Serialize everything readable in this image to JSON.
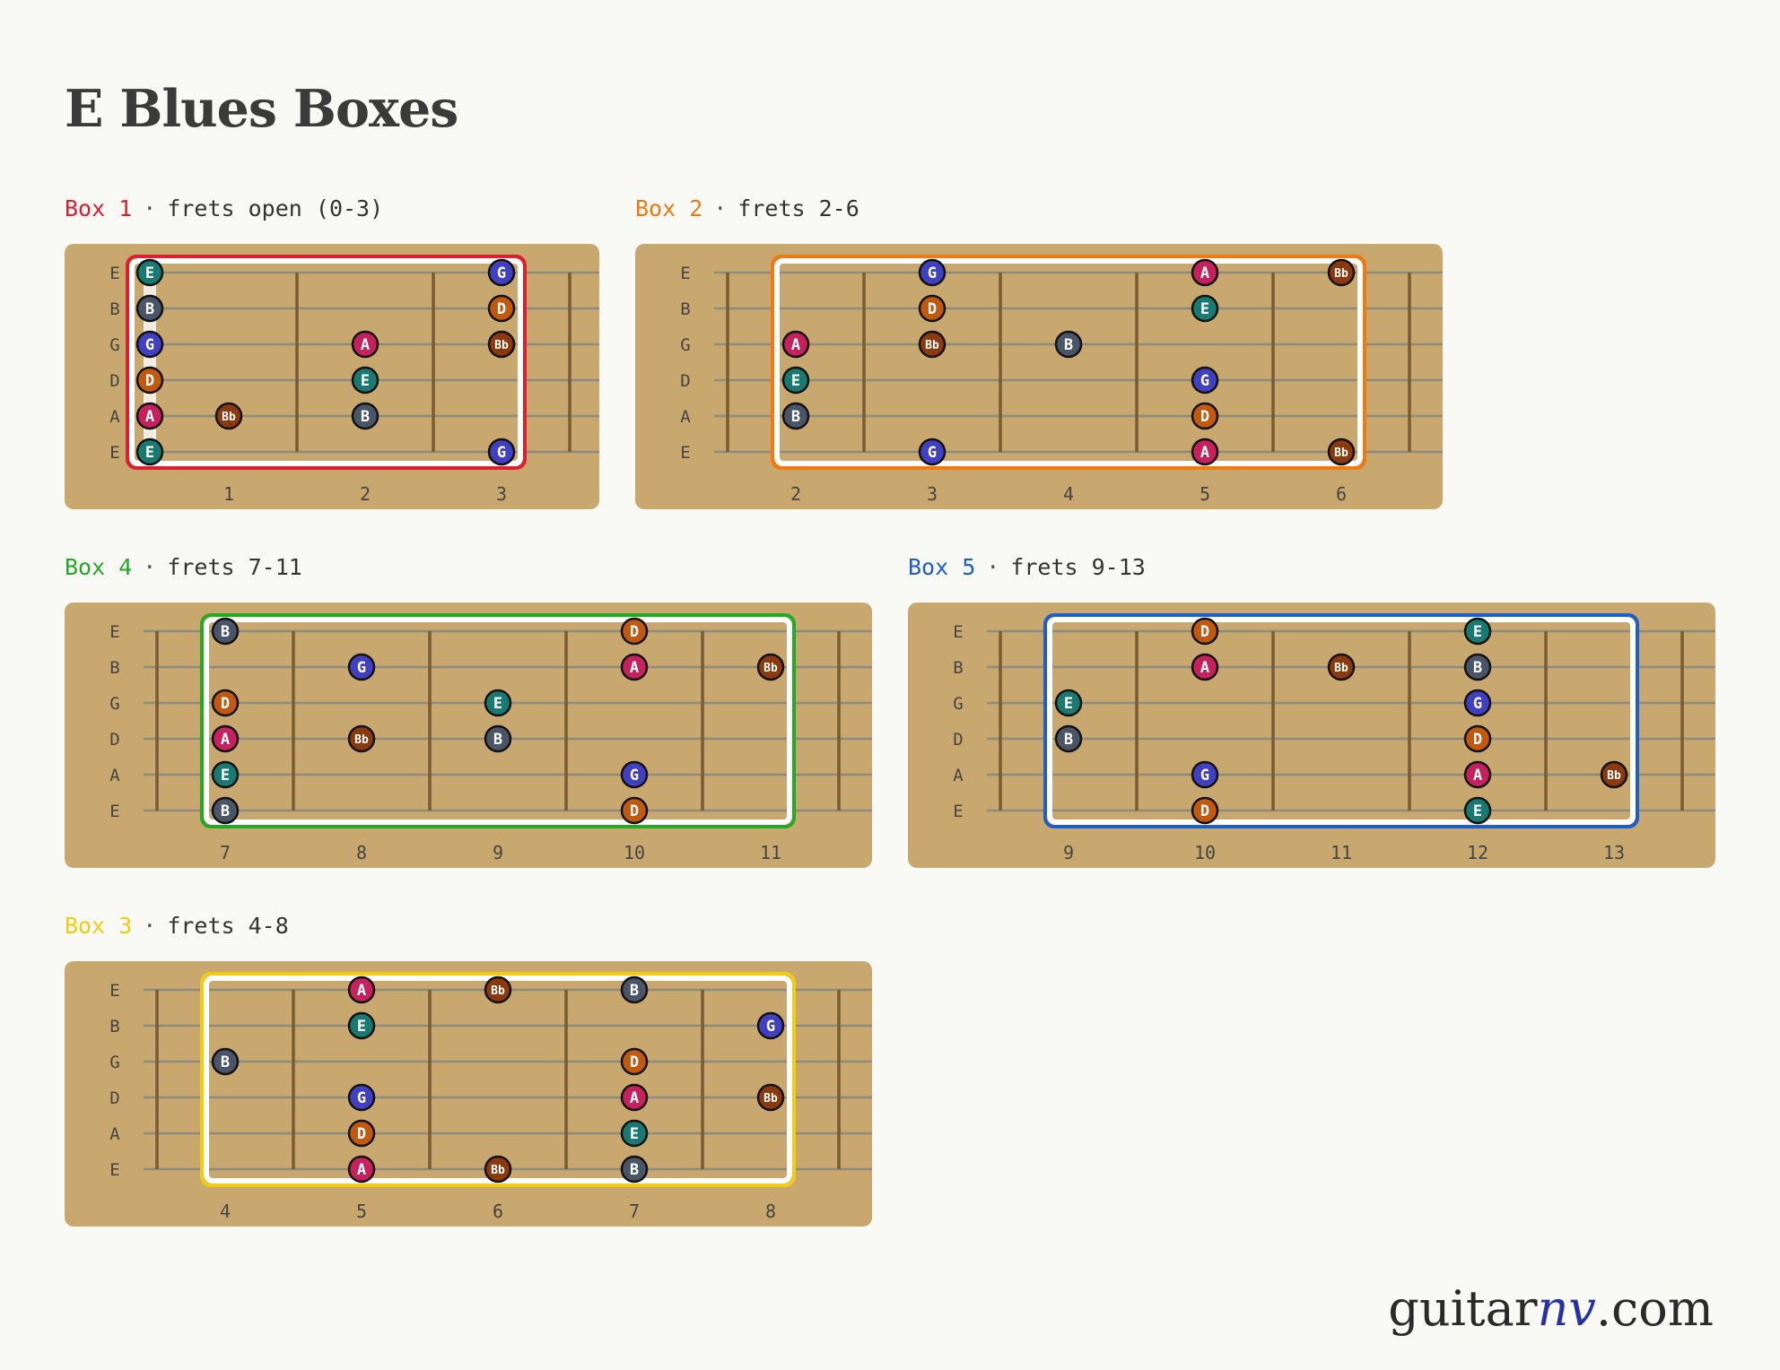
{
  "title": "E Blues Boxes",
  "strings": [
    "E",
    "B",
    "G",
    "D",
    "A",
    "E"
  ],
  "note_colors": {
    "E": "#1a7a72",
    "A": "#c4215d",
    "B": "#4a5568",
    "D": "#c15a10",
    "G": "#4040c0",
    "Bb": "#8b3a10"
  },
  "boxes": [
    {
      "id": "box1",
      "label": "Box 1",
      "desc": "frets open (0-3)",
      "color": "#dc1e2e",
      "open": true,
      "frets_shown": [
        1,
        2,
        3
      ],
      "fret_labels": [
        "1",
        "2",
        "3"
      ],
      "highlight": [
        0,
        3
      ],
      "notes": [
        {
          "s": 0,
          "f": 0,
          "n": "E"
        },
        {
          "s": 0,
          "f": 3,
          "n": "G"
        },
        {
          "s": 1,
          "f": 0,
          "n": "B"
        },
        {
          "s": 1,
          "f": 3,
          "n": "D"
        },
        {
          "s": 2,
          "f": 0,
          "n": "G"
        },
        {
          "s": 2,
          "f": 2,
          "n": "A"
        },
        {
          "s": 2,
          "f": 3,
          "n": "Bb"
        },
        {
          "s": 3,
          "f": 0,
          "n": "D"
        },
        {
          "s": 3,
          "f": 2,
          "n": "E"
        },
        {
          "s": 4,
          "f": 0,
          "n": "A"
        },
        {
          "s": 4,
          "f": 1,
          "n": "Bb"
        },
        {
          "s": 4,
          "f": 2,
          "n": "B"
        },
        {
          "s": 5,
          "f": 0,
          "n": "E"
        },
        {
          "s": 5,
          "f": 3,
          "n": "G"
        }
      ]
    },
    {
      "id": "box2",
      "label": "Box 2",
      "desc": "frets 2-6",
      "color": "#f07a10",
      "open": false,
      "frets_shown": [
        2,
        3,
        4,
        5,
        6
      ],
      "fret_labels": [
        "2",
        "3",
        "4",
        "5",
        "6"
      ],
      "highlight": [
        2,
        6
      ],
      "notes": [
        {
          "s": 0,
          "f": 3,
          "n": "G"
        },
        {
          "s": 0,
          "f": 5,
          "n": "A"
        },
        {
          "s": 0,
          "f": 6,
          "n": "Bb"
        },
        {
          "s": 1,
          "f": 3,
          "n": "D"
        },
        {
          "s": 1,
          "f": 5,
          "n": "E"
        },
        {
          "s": 2,
          "f": 2,
          "n": "A"
        },
        {
          "s": 2,
          "f": 3,
          "n": "Bb"
        },
        {
          "s": 2,
          "f": 4,
          "n": "B"
        },
        {
          "s": 3,
          "f": 2,
          "n": "E"
        },
        {
          "s": 3,
          "f": 5,
          "n": "G"
        },
        {
          "s": 4,
          "f": 2,
          "n": "B"
        },
        {
          "s": 4,
          "f": 5,
          "n": "D"
        },
        {
          "s": 5,
          "f": 3,
          "n": "G"
        },
        {
          "s": 5,
          "f": 5,
          "n": "A"
        },
        {
          "s": 5,
          "f": 6,
          "n": "Bb"
        }
      ]
    },
    {
      "id": "box4",
      "label": "Box 4",
      "desc": "frets 7-11",
      "color": "#22aa22",
      "open": false,
      "frets_shown": [
        7,
        8,
        9,
        10,
        11
      ],
      "fret_labels": [
        "7",
        "8",
        "9",
        "10",
        "11"
      ],
      "highlight": [
        7,
        11
      ],
      "notes": [
        {
          "s": 0,
          "f": 7,
          "n": "B"
        },
        {
          "s": 0,
          "f": 10,
          "n": "D"
        },
        {
          "s": 1,
          "f": 8,
          "n": "G"
        },
        {
          "s": 1,
          "f": 10,
          "n": "A"
        },
        {
          "s": 1,
          "f": 11,
          "n": "Bb"
        },
        {
          "s": 2,
          "f": 7,
          "n": "D"
        },
        {
          "s": 2,
          "f": 9,
          "n": "E"
        },
        {
          "s": 3,
          "f": 7,
          "n": "A"
        },
        {
          "s": 3,
          "f": 8,
          "n": "Bb"
        },
        {
          "s": 3,
          "f": 9,
          "n": "B"
        },
        {
          "s": 4,
          "f": 7,
          "n": "E"
        },
        {
          "s": 4,
          "f": 10,
          "n": "G"
        },
        {
          "s": 5,
          "f": 7,
          "n": "B"
        },
        {
          "s": 5,
          "f": 10,
          "n": "D"
        }
      ]
    },
    {
      "id": "box5",
      "label": "Box 5",
      "desc": "frets 9-13",
      "color": "#1a5fcc",
      "open": false,
      "frets_shown": [
        9,
        10,
        11,
        12,
        13
      ],
      "fret_labels": [
        "9",
        "10",
        "11",
        "12",
        "13"
      ],
      "highlight": [
        9,
        13
      ],
      "notes": [
        {
          "s": 0,
          "f": 10,
          "n": "D"
        },
        {
          "s": 0,
          "f": 12,
          "n": "E"
        },
        {
          "s": 1,
          "f": 10,
          "n": "A"
        },
        {
          "s": 1,
          "f": 11,
          "n": "Bb"
        },
        {
          "s": 1,
          "f": 12,
          "n": "B"
        },
        {
          "s": 2,
          "f": 9,
          "n": "E"
        },
        {
          "s": 2,
          "f": 12,
          "n": "G"
        },
        {
          "s": 3,
          "f": 9,
          "n": "B"
        },
        {
          "s": 3,
          "f": 12,
          "n": "D"
        },
        {
          "s": 4,
          "f": 10,
          "n": "G"
        },
        {
          "s": 4,
          "f": 12,
          "n": "A"
        },
        {
          "s": 4,
          "f": 13,
          "n": "Bb"
        },
        {
          "s": 5,
          "f": 10,
          "n": "D"
        },
        {
          "s": 5,
          "f": 12,
          "n": "E"
        }
      ]
    },
    {
      "id": "box3",
      "label": "Box 3",
      "desc": "frets 4-8",
      "color": "#f2cc10",
      "open": false,
      "frets_shown": [
        4,
        5,
        6,
        7,
        8
      ],
      "fret_labels": [
        "4",
        "5",
        "6",
        "7",
        "8"
      ],
      "highlight": [
        4,
        8
      ],
      "notes": [
        {
          "s": 0,
          "f": 5,
          "n": "A"
        },
        {
          "s": 0,
          "f": 6,
          "n": "Bb"
        },
        {
          "s": 0,
          "f": 7,
          "n": "B"
        },
        {
          "s": 1,
          "f": 5,
          "n": "E"
        },
        {
          "s": 1,
          "f": 8,
          "n": "G"
        },
        {
          "s": 2,
          "f": 4,
          "n": "B"
        },
        {
          "s": 2,
          "f": 7,
          "n": "D"
        },
        {
          "s": 3,
          "f": 5,
          "n": "G"
        },
        {
          "s": 3,
          "f": 7,
          "n": "A"
        },
        {
          "s": 3,
          "f": 8,
          "n": "Bb"
        },
        {
          "s": 4,
          "f": 5,
          "n": "D"
        },
        {
          "s": 4,
          "f": 7,
          "n": "E"
        },
        {
          "s": 5,
          "f": 5,
          "n": "A"
        },
        {
          "s": 5,
          "f": 6,
          "n": "Bb"
        },
        {
          "s": 5,
          "f": 7,
          "n": "B"
        }
      ]
    }
  ],
  "brand": {
    "pre": "guitar",
    "mid": "nv",
    "post": ".com"
  }
}
